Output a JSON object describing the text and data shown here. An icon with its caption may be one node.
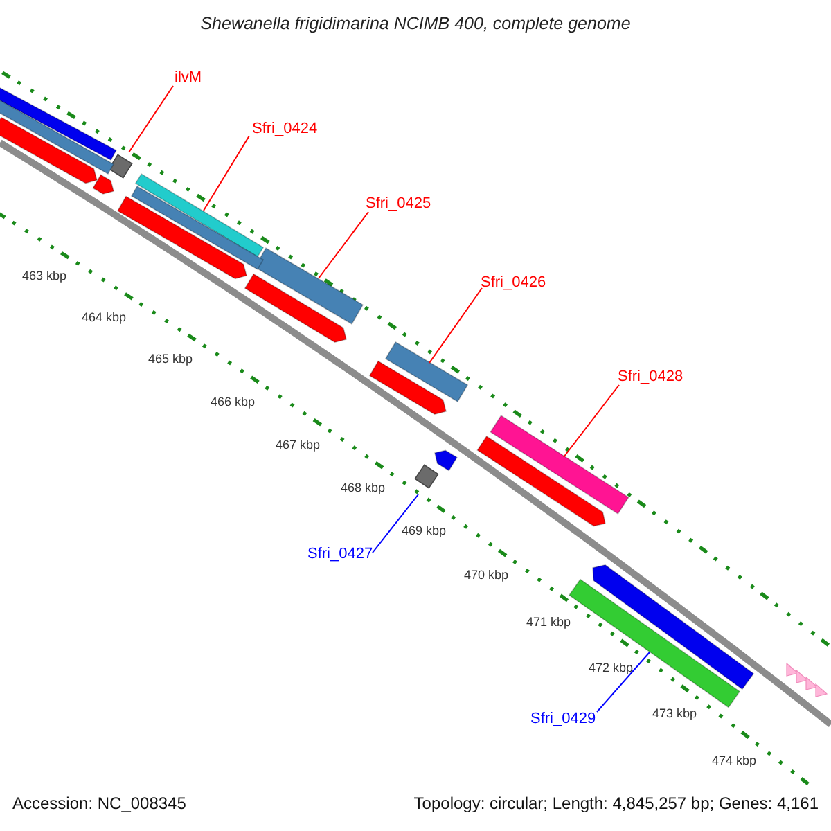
{
  "diagram": {
    "title": "Shewanella frigidimarina NCIMB 400, complete genome",
    "nodes": [
      {
        "text": [
          "ilvM"
        ]
      },
      {
        "text": [],
        "shape": "box"
      },
      {
        "text": [
          "Sfri_0424"
        ]
      },
      {
        "text": [],
        "shape": "bar"
      },
      {
        "text": [
          "Sfri_0425"
        ]
      },
      {
        "text": [],
        "shape": "bar"
      },
      {
        "text": [
          "Sfri_0426"
        ]
      },
      {
        "text": [],
        "shape": "bar"
      },
      {
        "text": [
          "Sfri_0428"
        ]
      },
      {
        "text": [],
        "shape": "bar"
      },
      {
        "text": [
          "Sfri_0427"
        ]
      },
      {
        "text": [],
        "shape": "box"
      },
      {
        "text": [
          "Sfri_0429"
        ]
      },
      {
        "text": [],
        "shape": "bar"
      },
      {
        "text": [],
        "shape": "bar"
      },
      {
        "text": [],
        "shape": "bar"
      },
      {
        "text": [],
        "shape": "bar"
      },
      {
        "text": [],
        "shape": "bar"
      },
      {
        "text": [],
        "shape": "bar"
      },
      {
        "text": [],
        "shape": "bar"
      },
      {
        "text": [],
        "shape": "bar"
      },
      {
        "text": [],
        "shape": "bar"
      },
      {
        "text": [],
        "shape": "bar"
      },
      {
        "text": [],
        "shape": "bar"
      },
      {
        "text": [],
        "shape": "bar"
      }
    ],
    "edges": [
      {
        "from": 0,
        "to": 1,
        "arrow": "none"
      },
      {
        "from": 2,
        "to": 3,
        "arrow": "none"
      },
      {
        "from": 4,
        "to": 5,
        "arrow": "none"
      },
      {
        "from": 6,
        "to": 7,
        "arrow": "none"
      },
      {
        "from": 8,
        "to": 9,
        "arrow": "none"
      },
      {
        "from": 10,
        "to": 11,
        "arrow": "none",
        "color": "#0000ff"
      },
      {
        "from": 12,
        "to": 13,
        "arrow": "none",
        "color": "#0000ff"
      }
    ],
    "labels": [
      "463 kbp",
      "464 kbp",
      "465 kbp",
      "466 kbp",
      "467 kbp",
      "468 kbp",
      "469 kbp",
      "470 kbp",
      "471 kbp",
      "472 kbp",
      "473 kbp",
      "474 kbp",
      "Accession: NC_008345",
      "Topology: circular; Length: 4,845,257 bp; Genes: 4,161"
    ]
  }
}
